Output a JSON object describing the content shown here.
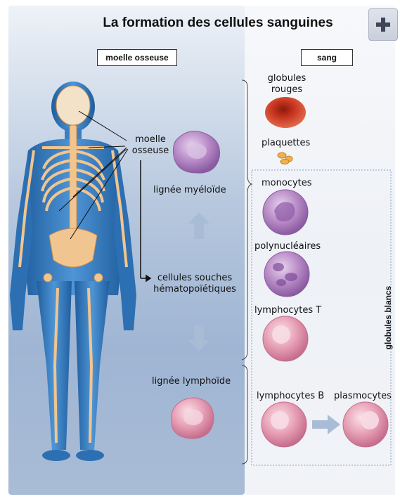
{
  "title": "La formation des cellules sanguines",
  "toolbar": {
    "expand_icon": "plus-icon"
  },
  "tags": {
    "moelle": "moelle osseuse",
    "sang": "sang"
  },
  "left": {
    "moelle_osseuse": [
      "moelle",
      "osseuse"
    ],
    "lignee_myeloide": "lignée myéloïde",
    "cellules_souches": [
      "cellules souches",
      "hématopoïétiques"
    ],
    "lignee_lymphoide": "lignée lymphoïde"
  },
  "right": {
    "globules_rouges": [
      "globules",
      "rouges"
    ],
    "plaquettes": "plaquettes",
    "monocytes": "monocytes",
    "polynucleaires": "polynucléaires",
    "lymphocytes_t": "lymphocytes T",
    "lymphocytes_b": "lymphocytes B",
    "plasmocytes": "plasmocytes",
    "globules_blancs": "globules blancs"
  },
  "colors": {
    "bone": "#f1c58f",
    "body": "#3a7fc4",
    "rbc": "#c8351f",
    "cell_purple": "#b686c4",
    "cell_pink": "#e59bb4",
    "arrow": "#a9bcd6"
  }
}
